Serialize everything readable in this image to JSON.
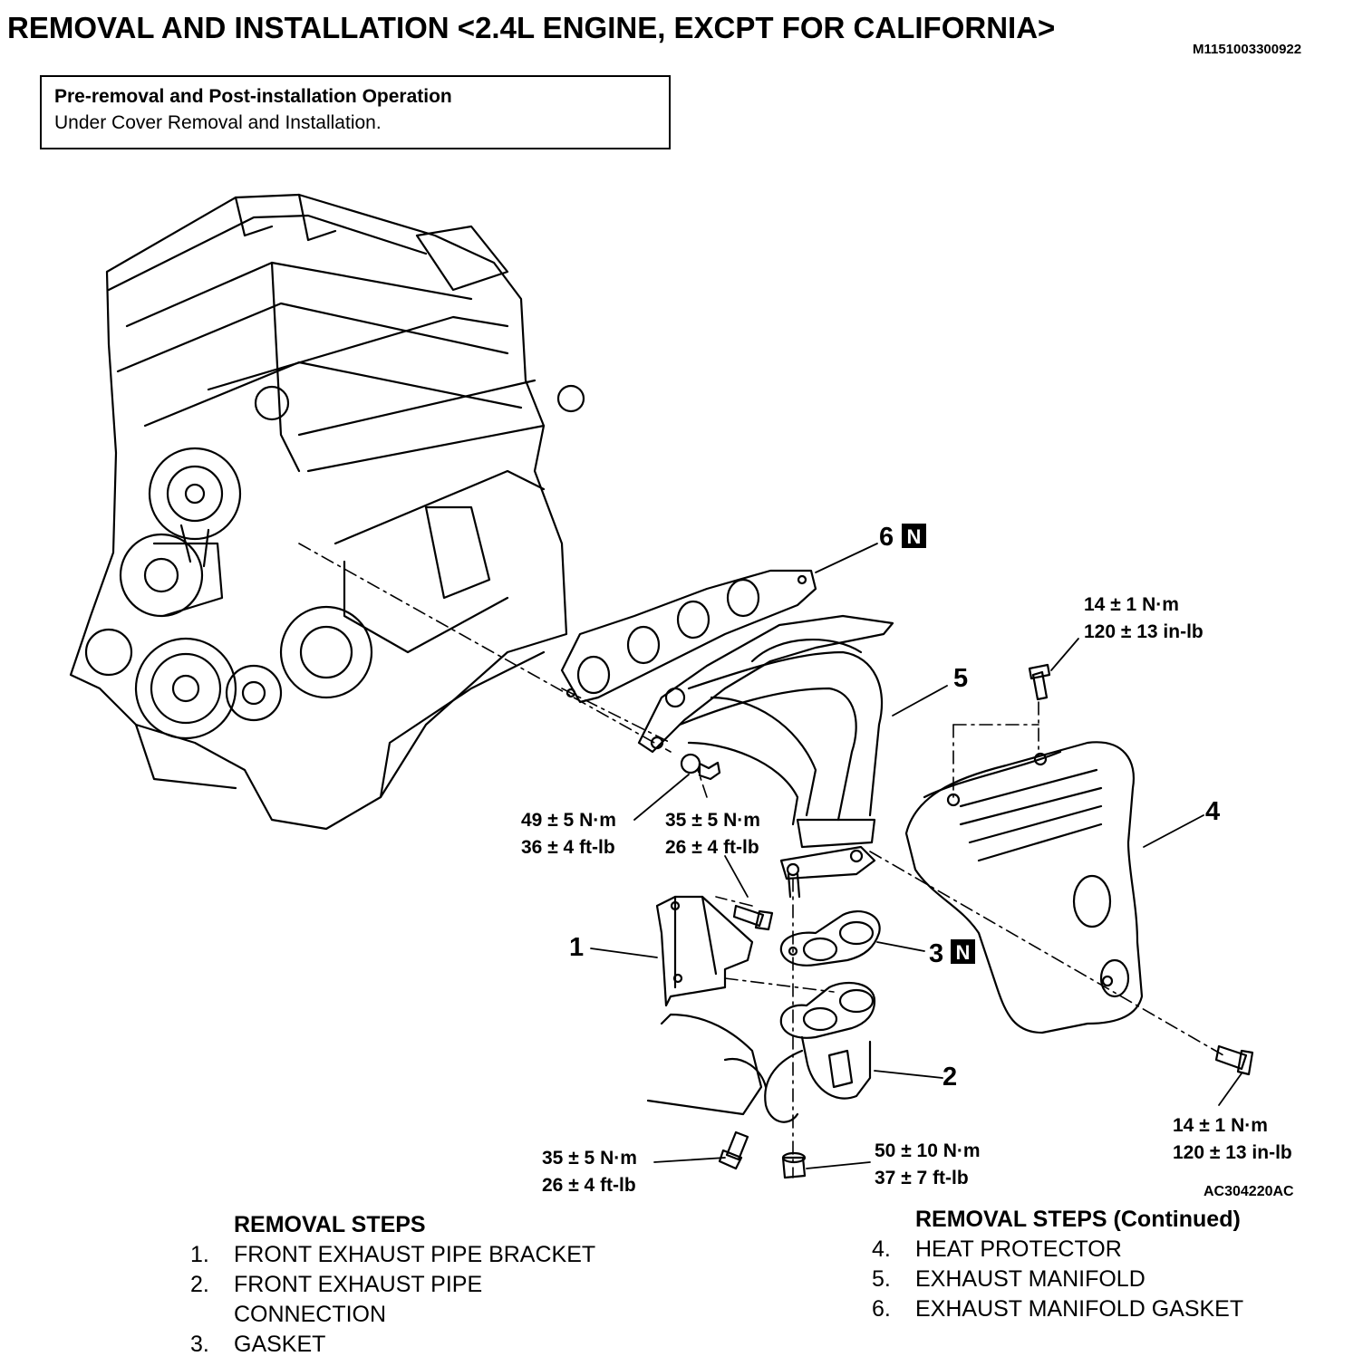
{
  "header": {
    "title": "REMOVAL AND INSTALLATION <2.4L ENGINE, EXCPT FOR CALIFORNIA>",
    "doc_id": "M1151003300922"
  },
  "note": {
    "title": "Pre-removal and Post-installation Operation",
    "body": "Under Cover Removal and Installation."
  },
  "diagram": {
    "figure_id": "AC304220AC",
    "callouts": {
      "c1": "1",
      "c2": "2",
      "c3": "3",
      "c4": "4",
      "c5": "5",
      "c6": "6",
      "new_badge": "N"
    },
    "torques": {
      "t_top_right": [
        "14 ± 1 N·m",
        "120 ± 13 in-lb"
      ],
      "t_bottom_right": [
        "14 ± 1 N·m",
        "120 ± 13 in-lb"
      ],
      "t_nut_left": [
        "49 ± 5 N·m",
        "36 ± 4 ft-lb"
      ],
      "t_bolt_mid": [
        "35 ± 5 N·m",
        "26 ± 4 ft-lb"
      ],
      "t_bolt_bottom": [
        "35 ± 5 N·m",
        "26 ± 4 ft-lb"
      ],
      "t_nut_bottom": [
        "50 ± 10 N·m",
        "37 ± 7 ft-lb"
      ]
    }
  },
  "removal_steps": {
    "title": "REMOVAL STEPS",
    "items": [
      {
        "num": "1.",
        "text": "FRONT EXHAUST PIPE BRACKET"
      },
      {
        "num": "2.",
        "text": "FRONT EXHAUST PIPE"
      },
      {
        "num": "",
        "text": "CONNECTION"
      },
      {
        "num": "3.",
        "text": "GASKET"
      }
    ]
  },
  "removal_steps_continued": {
    "title": "REMOVAL STEPS (Continued)",
    "items": [
      {
        "num": "4.",
        "text": "HEAT PROTECTOR"
      },
      {
        "num": "5.",
        "text": "EXHAUST MANIFOLD"
      },
      {
        "num": "6.",
        "text": "EXHAUST MANIFOLD GASKET"
      }
    ]
  }
}
